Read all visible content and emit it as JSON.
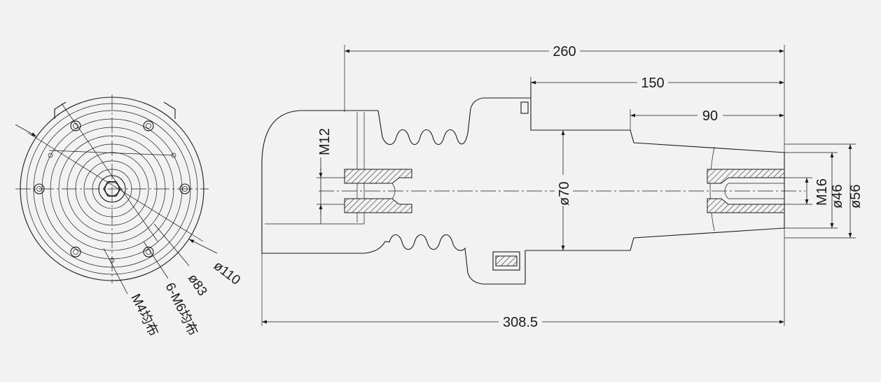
{
  "end_view": {
    "dia_outer": "ø110",
    "dia_bolt_circle": "ø83",
    "bolts_m6": "6-M6均布",
    "bolts_m4": "M4均布"
  },
  "side_view": {
    "len_overall_top": "260",
    "len_150": "150",
    "len_90": "90",
    "len_total": "308.5",
    "thread_left": "M12",
    "thread_right": "M16",
    "dia_70": "ø70",
    "dia_46": "ø46",
    "dia_56": "ø56"
  }
}
